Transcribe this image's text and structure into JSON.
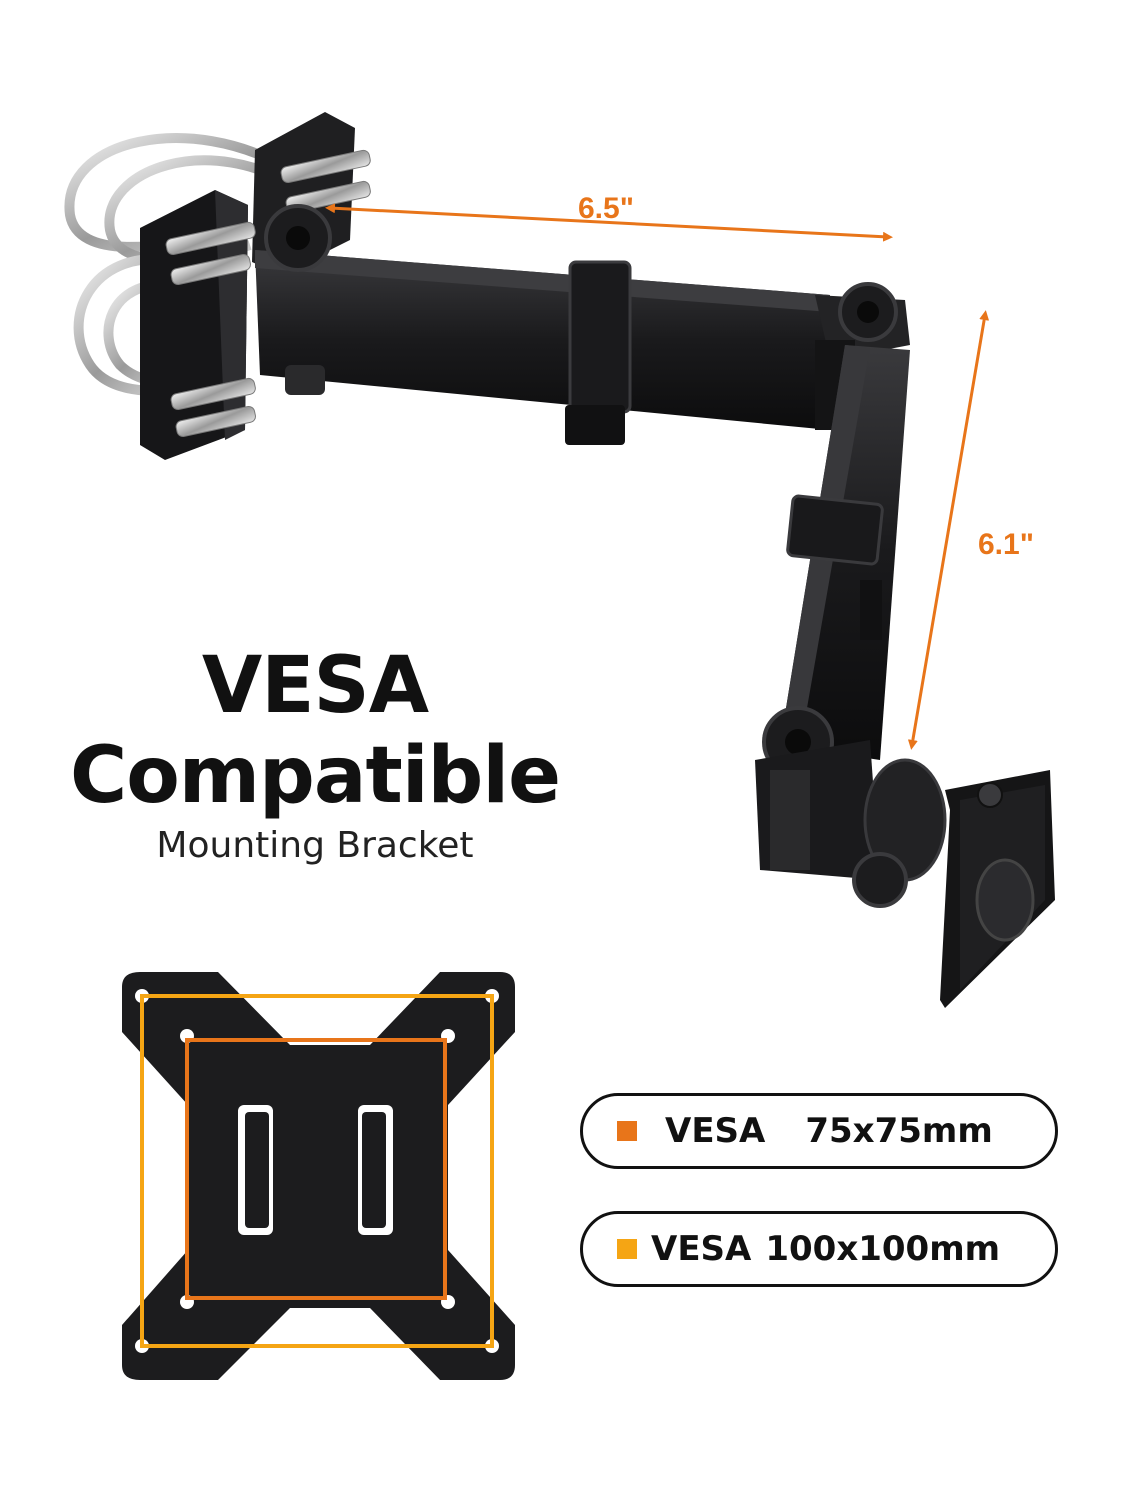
{
  "colors": {
    "orange": "#E8751A",
    "amber": "#F5A514",
    "metal": "#1b1b1d",
    "text": "#111111"
  },
  "dimensions": {
    "arm_length": "6.5\"",
    "drop_length": "6.1\""
  },
  "heading": {
    "line1": "VESA",
    "line2": "Compatible",
    "subtitle": "Mounting Bracket"
  },
  "vesa_badges": [
    {
      "label": "VESA",
      "size": "75x75mm",
      "color": "#E8751A"
    },
    {
      "label": "VESA",
      "size": "100x100mm",
      "color": "#F5A514"
    }
  ],
  "icons": {
    "product": "monitor-arm-mount",
    "plate": "vesa-plate-icon"
  }
}
